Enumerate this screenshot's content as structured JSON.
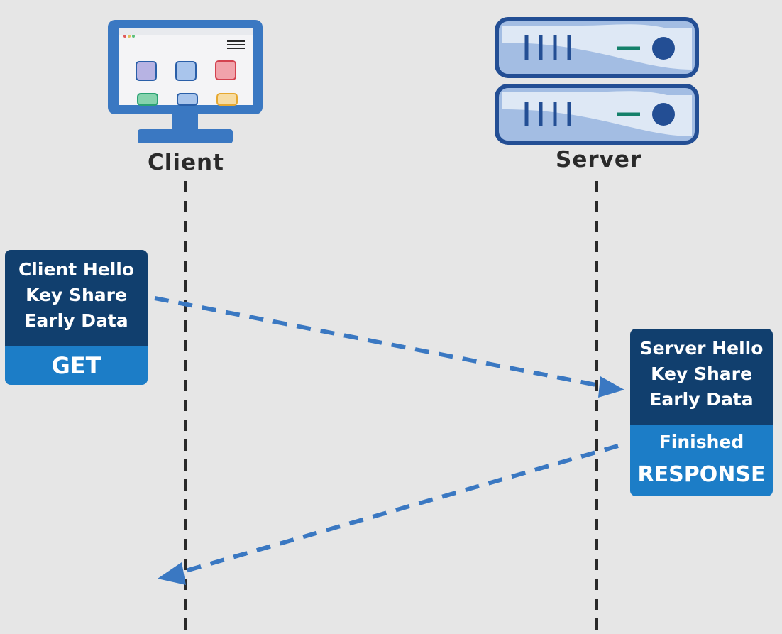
{
  "actors": {
    "client": {
      "label": "Client"
    },
    "server": {
      "label": "Server"
    }
  },
  "messages": {
    "client_message": {
      "lines": [
        "Client Hello",
        "Key Share",
        "Early Data"
      ],
      "request": "GET"
    },
    "server_message": {
      "lines": [
        "Server Hello",
        "Key Share",
        "Early Data"
      ],
      "finished": "Finished",
      "response": "RESPONSE"
    }
  },
  "colors": {
    "background": "#e6e6e6",
    "dark_blue": "#113f6e",
    "mid_blue": "#1c7dc7",
    "arrow_blue": "#3a78c2",
    "icon_outline": "#2a5fa8",
    "lifeline": "#2a2a2a"
  }
}
